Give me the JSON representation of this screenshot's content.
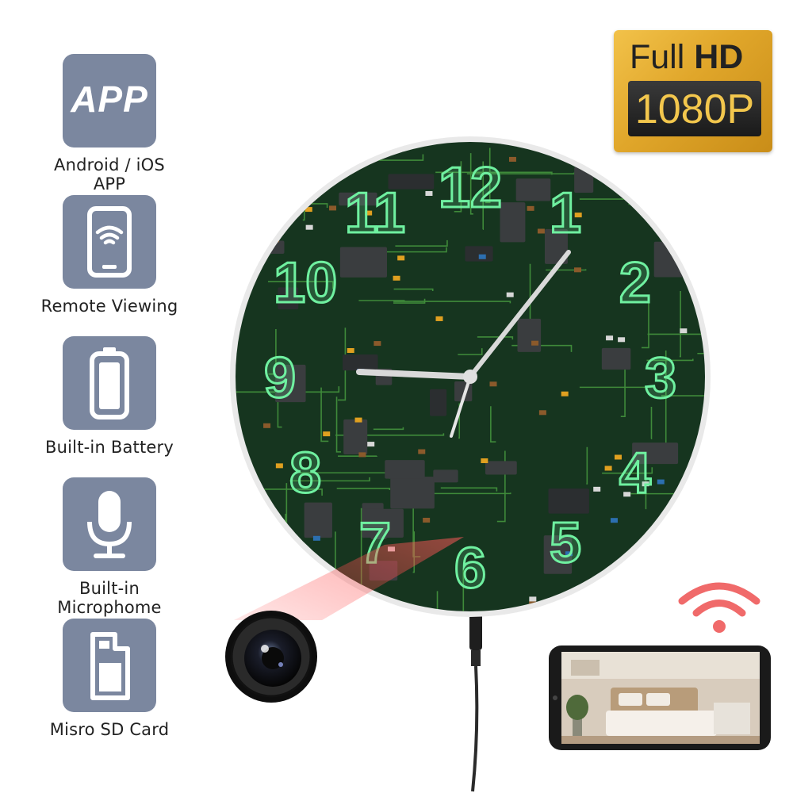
{
  "badge": {
    "full": "Full",
    "hd": "HD",
    "resolution": "1080P"
  },
  "features": [
    {
      "icon": "app-icon",
      "tile_text": "APP",
      "label": "Android / iOS  APP"
    },
    {
      "icon": "smartphone-wifi-icon",
      "label": "Remote Viewing"
    },
    {
      "icon": "battery-icon",
      "label": "Built-in Battery"
    },
    {
      "icon": "microphone-icon",
      "label": "Built-in Microphome"
    },
    {
      "icon": "sd-card-icon",
      "label": "Misro SD Card"
    }
  ],
  "clock": {
    "numerals": [
      "12",
      "1",
      "2",
      "3",
      "4",
      "5",
      "6",
      "7",
      "8",
      "9",
      "10",
      "11"
    ],
    "board_color": "#16351f",
    "numeral_color": "#6ff0a0",
    "hand_color": "#d9d9d9"
  },
  "colors": {
    "tile": "#7b879f",
    "badge_gold": "#e0a62a",
    "wifi": "#f06a6a"
  }
}
